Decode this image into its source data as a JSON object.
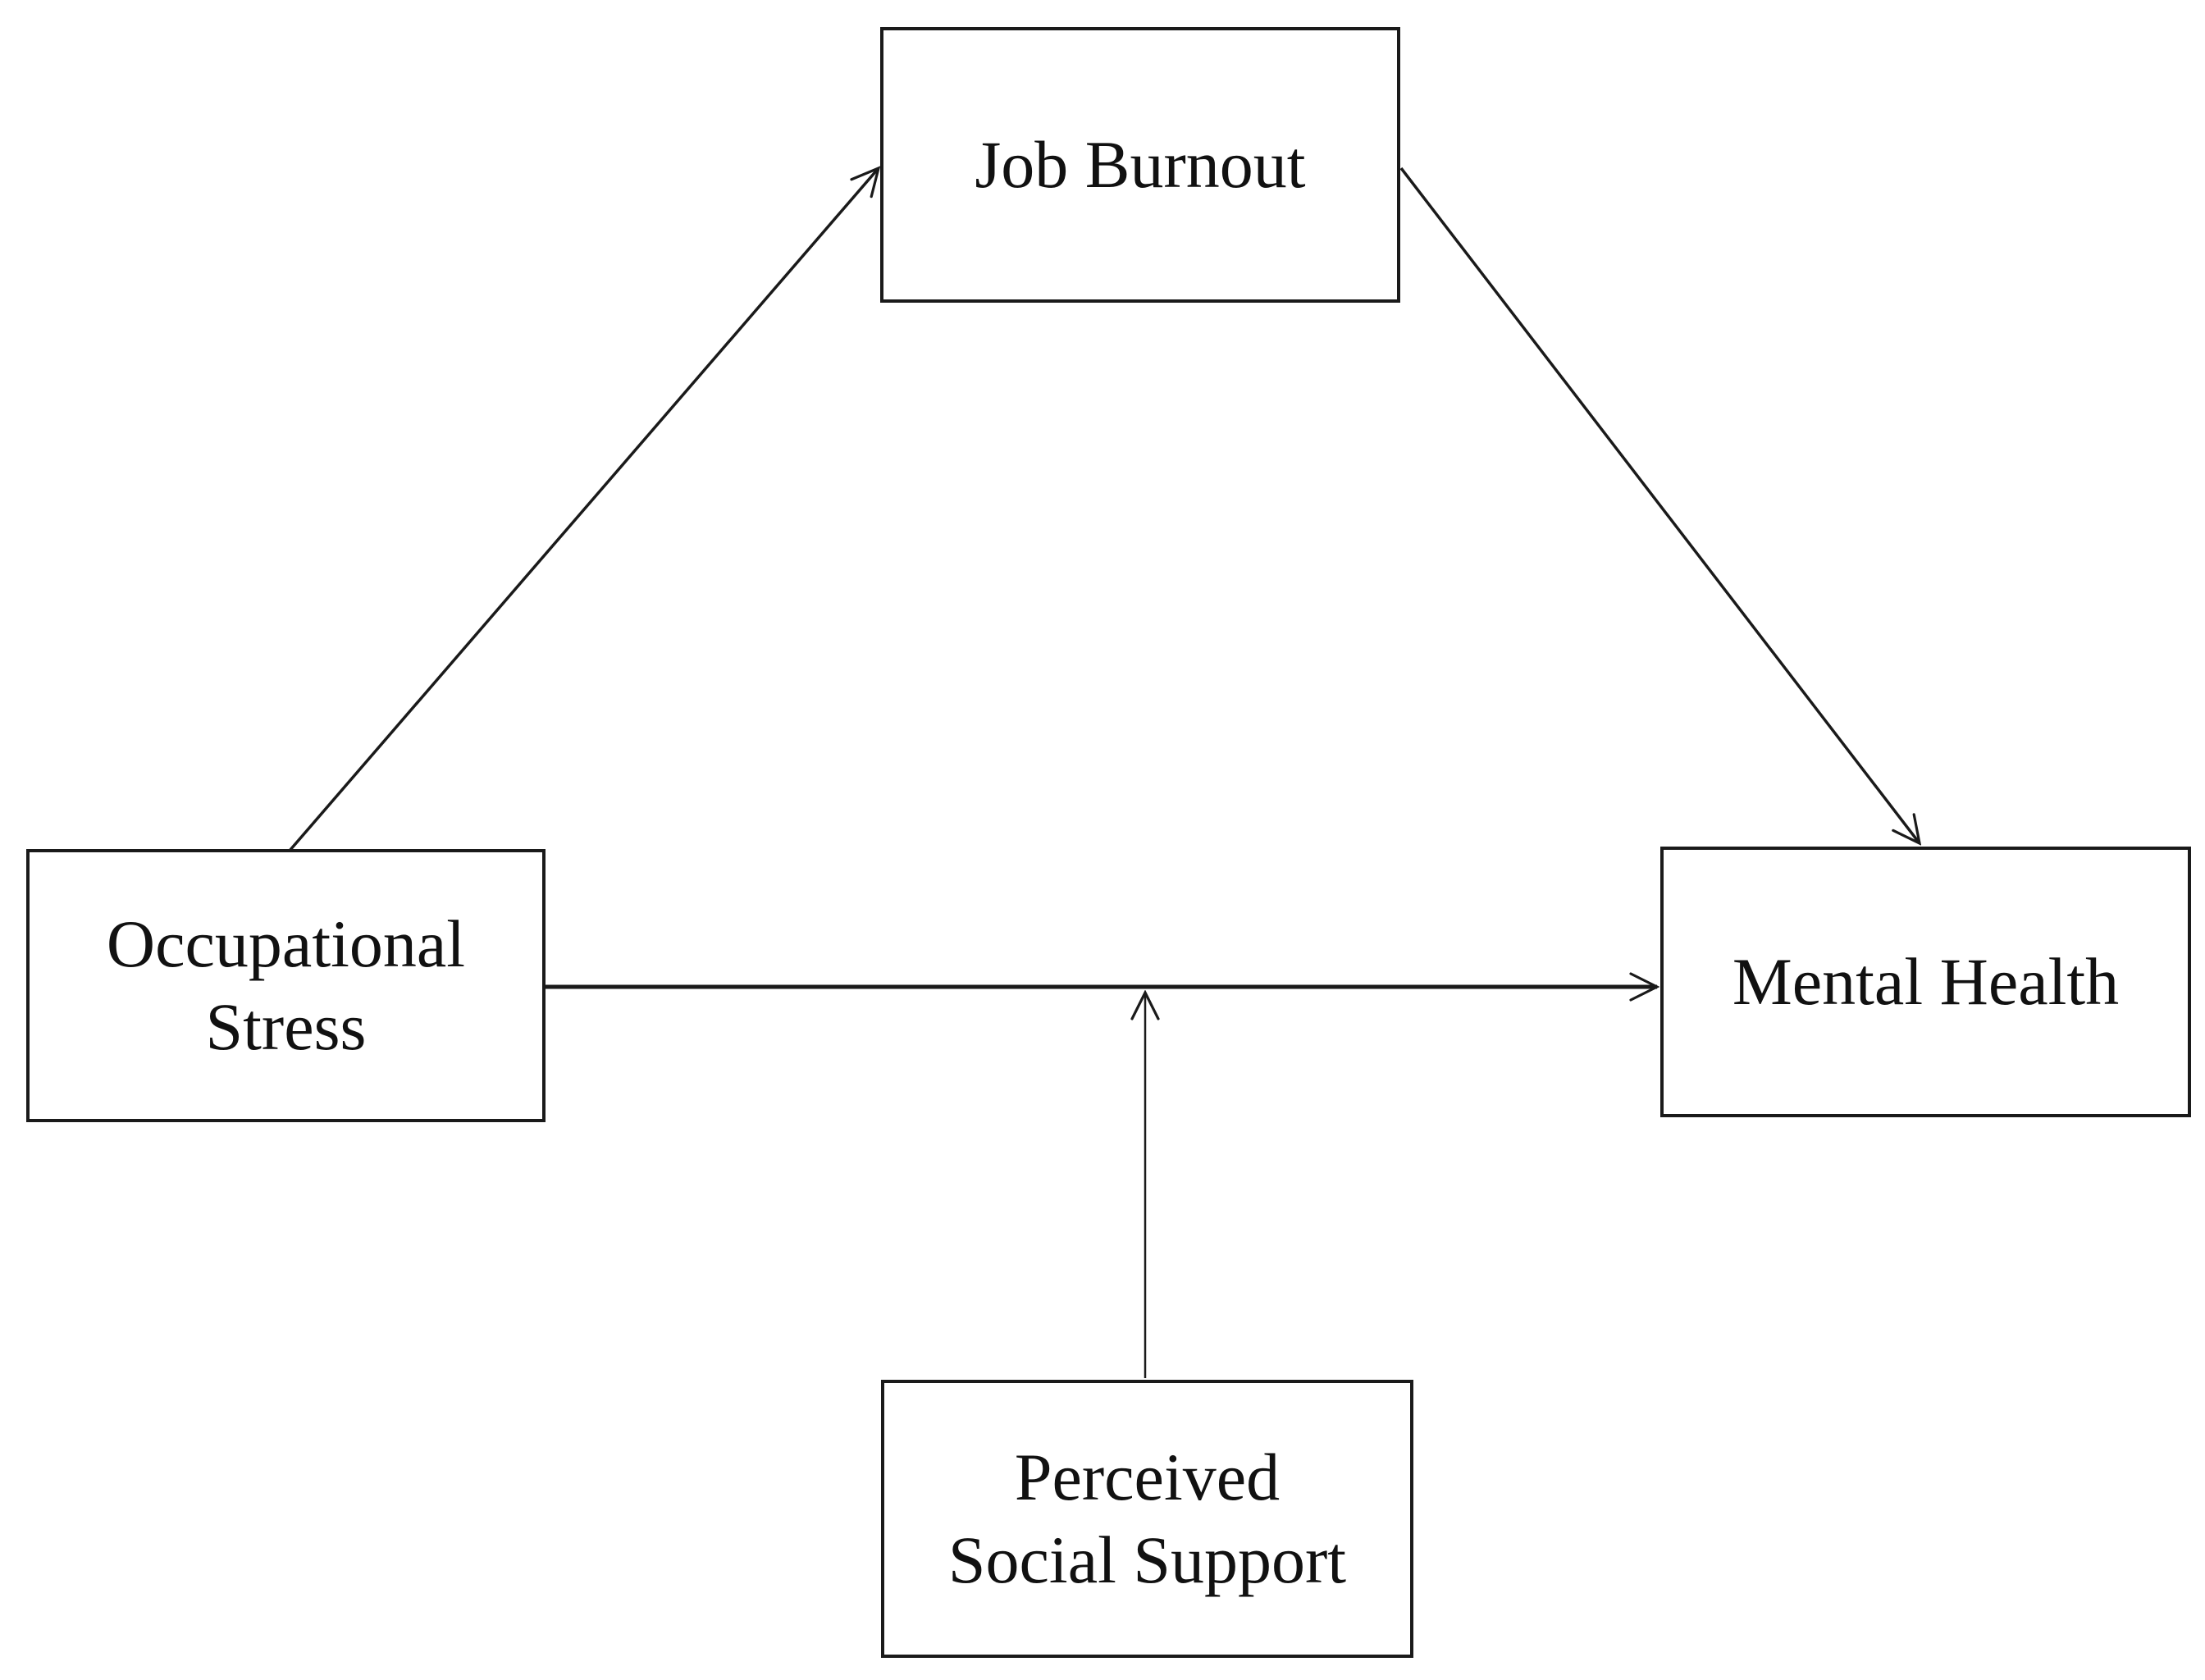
{
  "diagram": {
    "type": "path-model",
    "background_color": "#ffffff",
    "line_color": "#1a1a1a",
    "text_color": "#111111",
    "nodes": {
      "job_burnout": {
        "label": "Job Burnout"
      },
      "occupational_stress": {
        "label": "Occupational\nStress"
      },
      "mental_health": {
        "label": "Mental Health"
      },
      "perceived_social_support": {
        "label": "Perceived\nSocial Support"
      }
    },
    "edges": [
      {
        "from": "Occupational Stress",
        "to": "Job Burnout",
        "style": "arrow"
      },
      {
        "from": "Job Burnout",
        "to": "Mental Health",
        "style": "arrow"
      },
      {
        "from": "Occupational Stress",
        "to": "Mental Health",
        "style": "arrow"
      },
      {
        "from": "Perceived Social Support",
        "to": "Occupational Stress to Mental Health path",
        "style": "arrow"
      }
    ]
  }
}
